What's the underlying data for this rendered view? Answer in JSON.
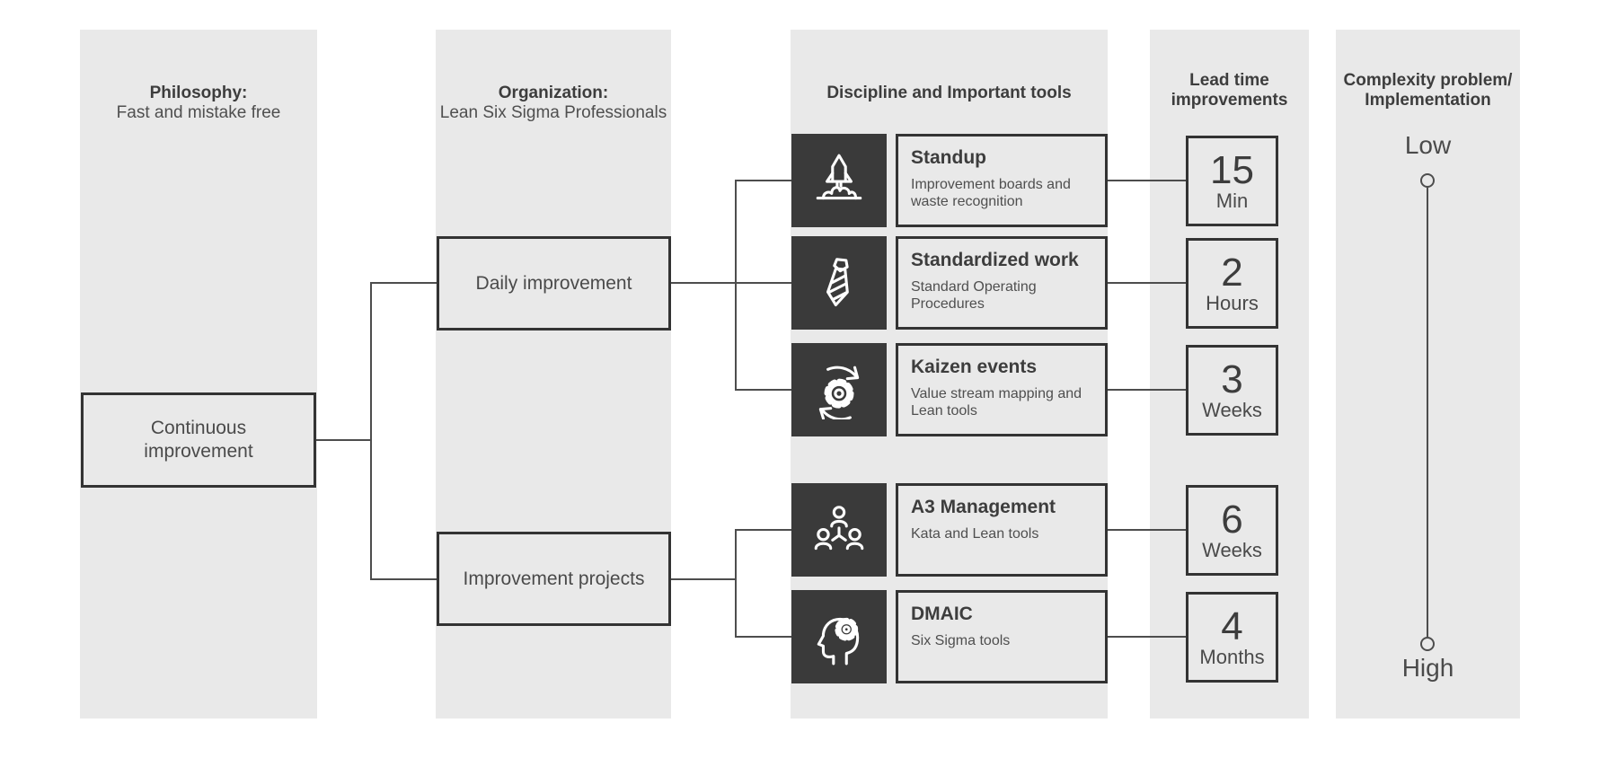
{
  "colors": {
    "column_bg": "#e9e9e9",
    "tile_bg": "#3a3a3a",
    "border": "#333333",
    "line": "#4d4d4d",
    "heading_text": "#3d3d3d",
    "body_text": "#4f4f4f",
    "label_text": "#4a4a4a",
    "icon_stroke": "#ffffff"
  },
  "columns": [
    {
      "id": "philosophy",
      "line1": "Philosophy:",
      "line2": "Fast and mistake free"
    },
    {
      "id": "organization",
      "line1": "Organization:",
      "line2": "Lean Six Sigma Professionals"
    },
    {
      "id": "tools",
      "line1": "Discipline and Important tools",
      "line2": ""
    },
    {
      "id": "lead-time",
      "line1": "Lead time",
      "line2": "improvements"
    },
    {
      "id": "complexity",
      "line1": "Complexity problem/",
      "line2": "Implementation"
    }
  ],
  "nodes": {
    "root": {
      "label": "Continuous improvement"
    },
    "branch1": {
      "label": "Daily improvement"
    },
    "branch2": {
      "label": "Improvement projects"
    }
  },
  "tools": [
    {
      "icon": "rocket-icon",
      "title": "Standup",
      "description": "Improvement boards and waste recognition",
      "lead_time_value": "15",
      "lead_time_unit": "Min"
    },
    {
      "icon": "tie-icon",
      "title": "Standardized work",
      "description": "Standard Operating Procedures",
      "lead_time_value": "2",
      "lead_time_unit": "Hours"
    },
    {
      "icon": "gear-sync-icon",
      "title": "Kaizen events",
      "description": "Value stream mapping and Lean tools",
      "lead_time_value": "3",
      "lead_time_unit": "Weeks"
    },
    {
      "icon": "team-icon",
      "title": "A3 Management",
      "description": "Kata and Lean tools",
      "lead_time_value": "6",
      "lead_time_unit": "Weeks"
    },
    {
      "icon": "head-gear-icon",
      "title": "DMAIC",
      "description": "Six Sigma tools",
      "lead_time_value": "4",
      "lead_time_unit": "Months"
    }
  ],
  "complexity_scale": {
    "top_label": "Low",
    "bottom_label": "High"
  }
}
